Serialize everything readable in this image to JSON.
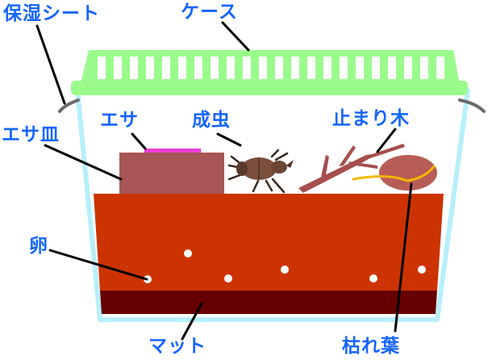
{
  "labels": {
    "sheet": "保湿シート",
    "case": "ケース",
    "food": "エサ",
    "adult": "成虫",
    "perch": "止まり木",
    "food_dish": "エサ皿",
    "egg": "卵",
    "mat": "マット",
    "dead_leaf": "枯れ葉"
  },
  "colors": {
    "label_text": "#1565ff",
    "lid": "#9afb8c",
    "case_wall": "#b7f0fa",
    "mat_upper": "#cc3300",
    "mat_lower": "#660000",
    "food_dish": "#a85656",
    "food": "#f03cd6",
    "perch_wood": "#a64e4e",
    "leaf": "#b85c57",
    "leaf_vein": "#f2b800",
    "beetle": "#7a4f3c",
    "egg": "#ffffff",
    "pointer_line": "#000000",
    "sheet_edge": "#6a6a6a"
  }
}
